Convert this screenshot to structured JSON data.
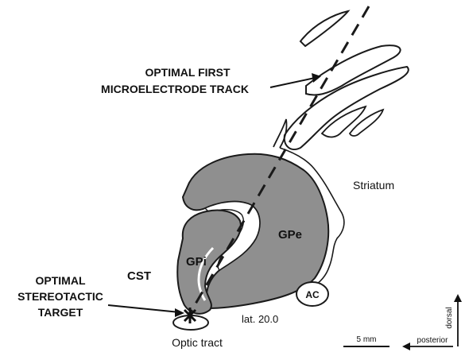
{
  "figure": {
    "labels": {
      "track_line1": "OPTIMAL FIRST",
      "track_line2": "MICROELECTRODE TRACK",
      "target_line1": "OPTIMAL",
      "target_line2": "STEREOTACTIC",
      "target_line3": "TARGET",
      "striatum": "Striatum",
      "gpe": "GPe",
      "gpi": "GPi",
      "cst": "CST",
      "ac": "AC",
      "lat": "lat. 20.0",
      "optic_tract": "Optic tract",
      "scale": "5 mm",
      "posterior": "posterior",
      "dorsal": "dorsal"
    },
    "colors": {
      "fill": "#8f8f8f",
      "stroke": "#1a1a1a",
      "background": "#ffffff"
    }
  }
}
